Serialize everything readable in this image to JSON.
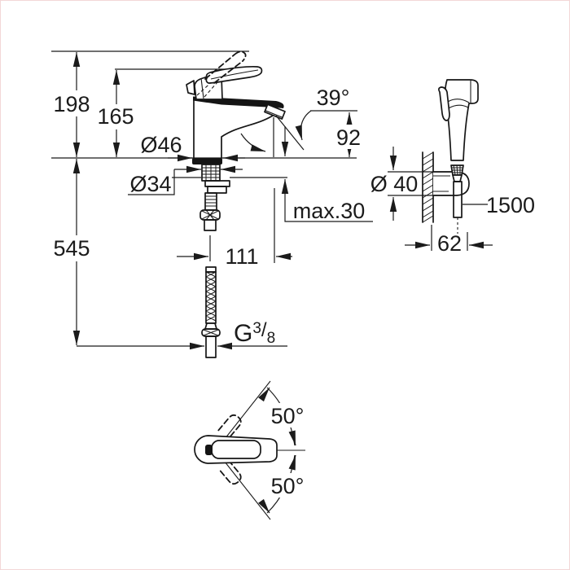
{
  "drawing_title": "basin-mixer-with-hand-shower-dimensional-drawing",
  "colors": {
    "line": "#1b1b1b",
    "background": "#ffffff",
    "border": "#f3d7d7"
  },
  "main_view": {
    "overall_height": "198",
    "height_to_lever": "165",
    "spout_angle": "39°",
    "spout_outlet_height": "92",
    "base_diameter": "Ø46",
    "shank_diameter": "Ø34",
    "max_deck_thickness": "max.30",
    "hose_drop_length": "545",
    "spout_projection": "111",
    "thread": {
      "prefix": "G",
      "sup": "3",
      "slash": "/",
      "sub": "8"
    }
  },
  "shower_view": {
    "holder_diameter": "Ø 40",
    "hose_length": "1500",
    "wall_offset": "62"
  },
  "top_view": {
    "swing_up": "50°",
    "swing_down": "50°"
  }
}
